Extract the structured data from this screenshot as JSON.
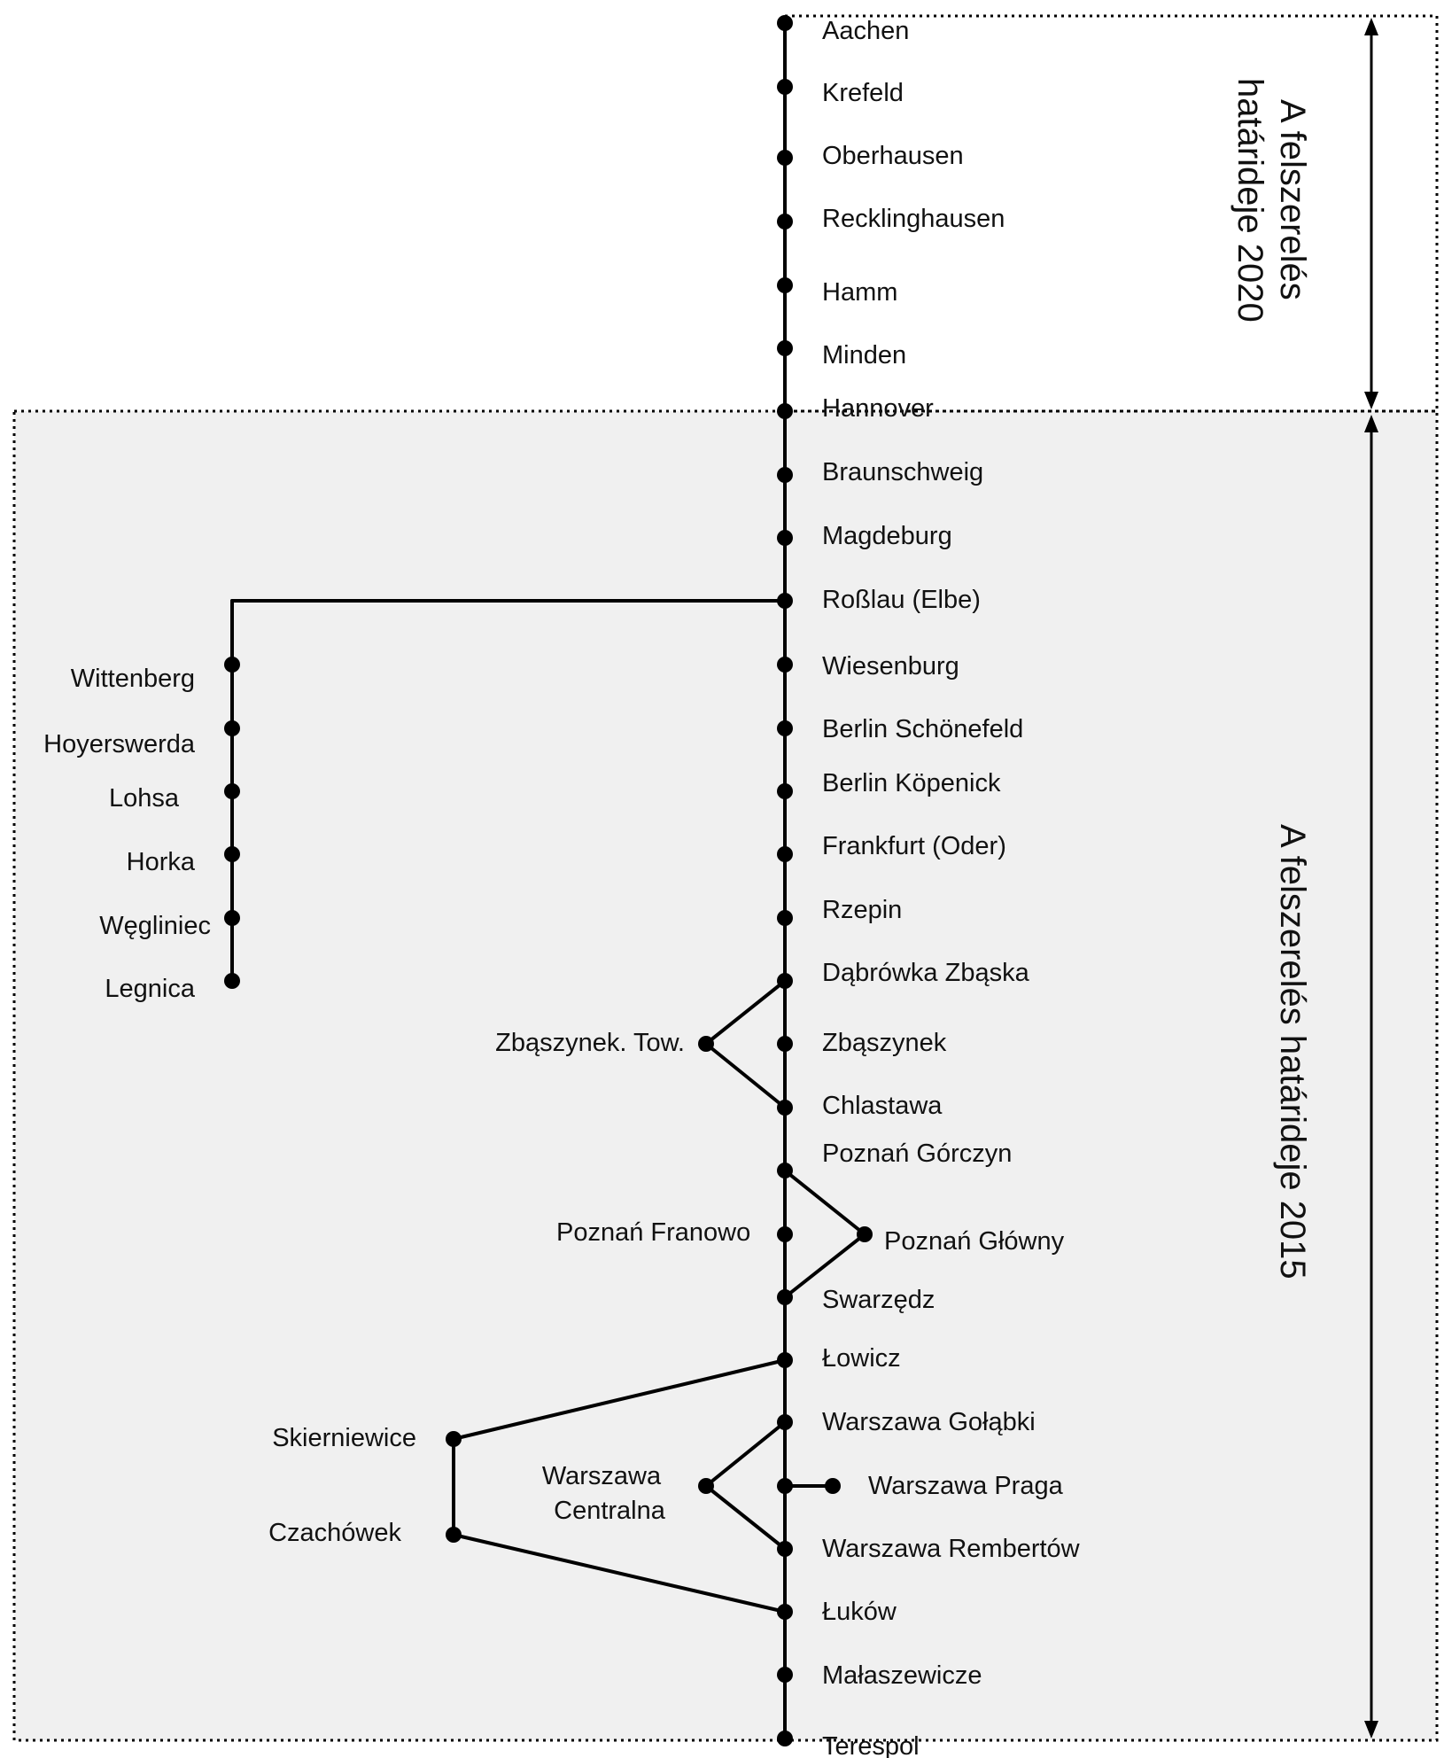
{
  "colors": {
    "shaded_region": "#f0f0f0",
    "line": "#000000",
    "text": "#111111"
  },
  "annotations": {
    "deadline_2020": [
      "A felszerelés",
      "határideje 2020"
    ],
    "deadline_2015": "A felszerelés határideje 2015"
  },
  "stations": {
    "main": [
      "Aachen",
      "Krefeld",
      "Oberhausen",
      "Recklinghausen",
      "Hamm",
      "Minden",
      "Hannover",
      "Braunschweig",
      "Magdeburg",
      "Roßlau (Elbe)",
      "Wiesenburg",
      "Berlin Schönefeld",
      "Berlin Köpenick",
      "Frankfurt (Oder)",
      "Rzepin",
      "Dąbrówka Zbąska",
      "Zbąszynek",
      "Chlastawa",
      "Poznań Górczyn",
      "Poznań Franowo",
      "Swarzędz",
      "Łowicz",
      "Warszawa Gołąbki",
      "Warszawa Praga",
      "Warszawa Rembertów",
      "Łuków",
      "Małaszewicze",
      "Terespol"
    ],
    "branch": [
      "Wittenberg",
      "Hoyerswerda",
      "Lohsa",
      "Horka",
      "Węgliniec",
      "Legnica"
    ],
    "loops": [
      "Zbąszynek. Tow.",
      "Poznań Główny",
      "Skierniewice",
      "Czachówek",
      "Warszawa Centralna"
    ]
  }
}
